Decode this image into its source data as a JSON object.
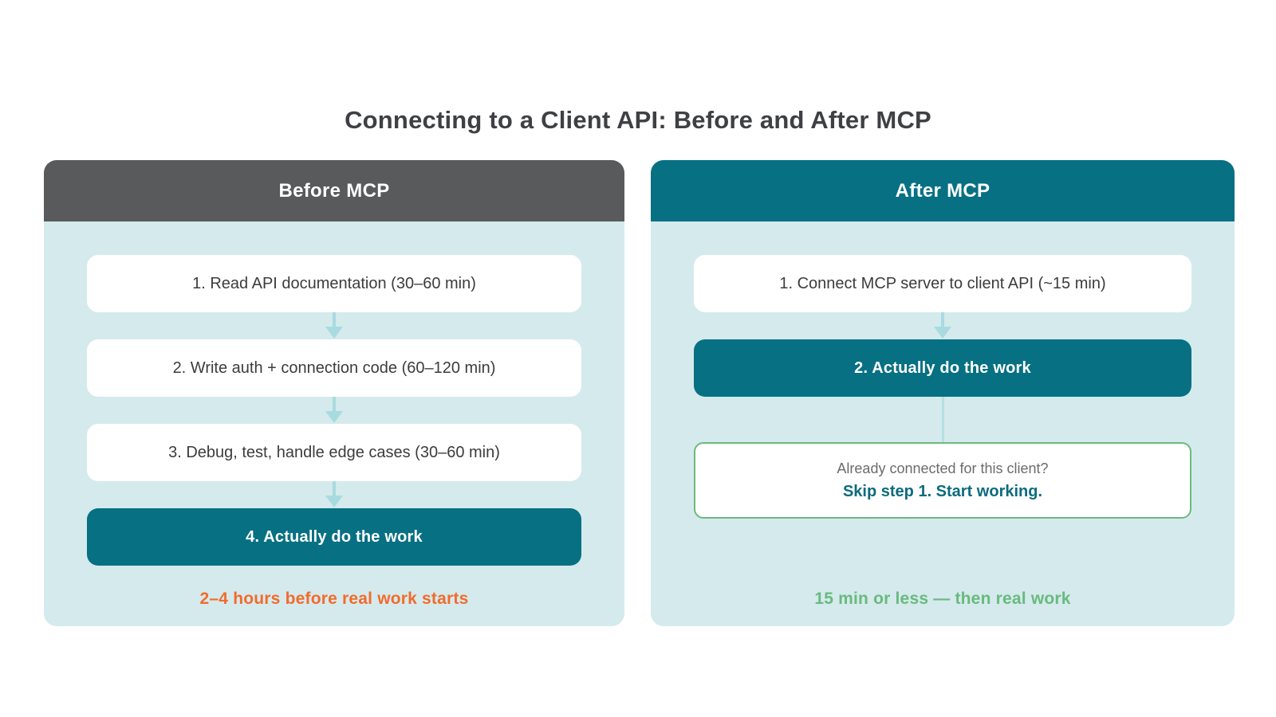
{
  "title": "Connecting to a Client API: Before and After MCP",
  "colors": {
    "header-gray": "#595A5C",
    "teal": "#077083",
    "panel-bg": "#D5EAEC",
    "arrow": "#A8DBE0",
    "orange": "#F26B2C",
    "green": "#68BA7F",
    "green-border": "#6CBA7C",
    "text-dark": "#3B3C3E",
    "note-gray": "#6B6C6F",
    "note-teal": "#0C6B7E"
  },
  "before": {
    "header": "Before MCP",
    "steps": [
      {
        "label": "1. Read API documentation (30–60 min)",
        "type": "plain"
      },
      {
        "label": "2. Write auth + connection code (60–120 min)",
        "type": "plain"
      },
      {
        "label": "3. Debug, test, handle edge cases (30–60 min)",
        "type": "plain"
      },
      {
        "label": "4. Actually do the work",
        "type": "accent"
      }
    ],
    "footer": "2–4 hours before real work starts"
  },
  "after": {
    "header": "After MCP",
    "steps": [
      {
        "label": "1. Connect MCP server to client API (~15 min)",
        "type": "plain"
      },
      {
        "label": "2. Actually do the work",
        "type": "accent"
      }
    ],
    "note": {
      "line1": "Already connected for this client?",
      "line2": "Skip step 1. Start working."
    },
    "footer": "15 min or less — then real work"
  }
}
